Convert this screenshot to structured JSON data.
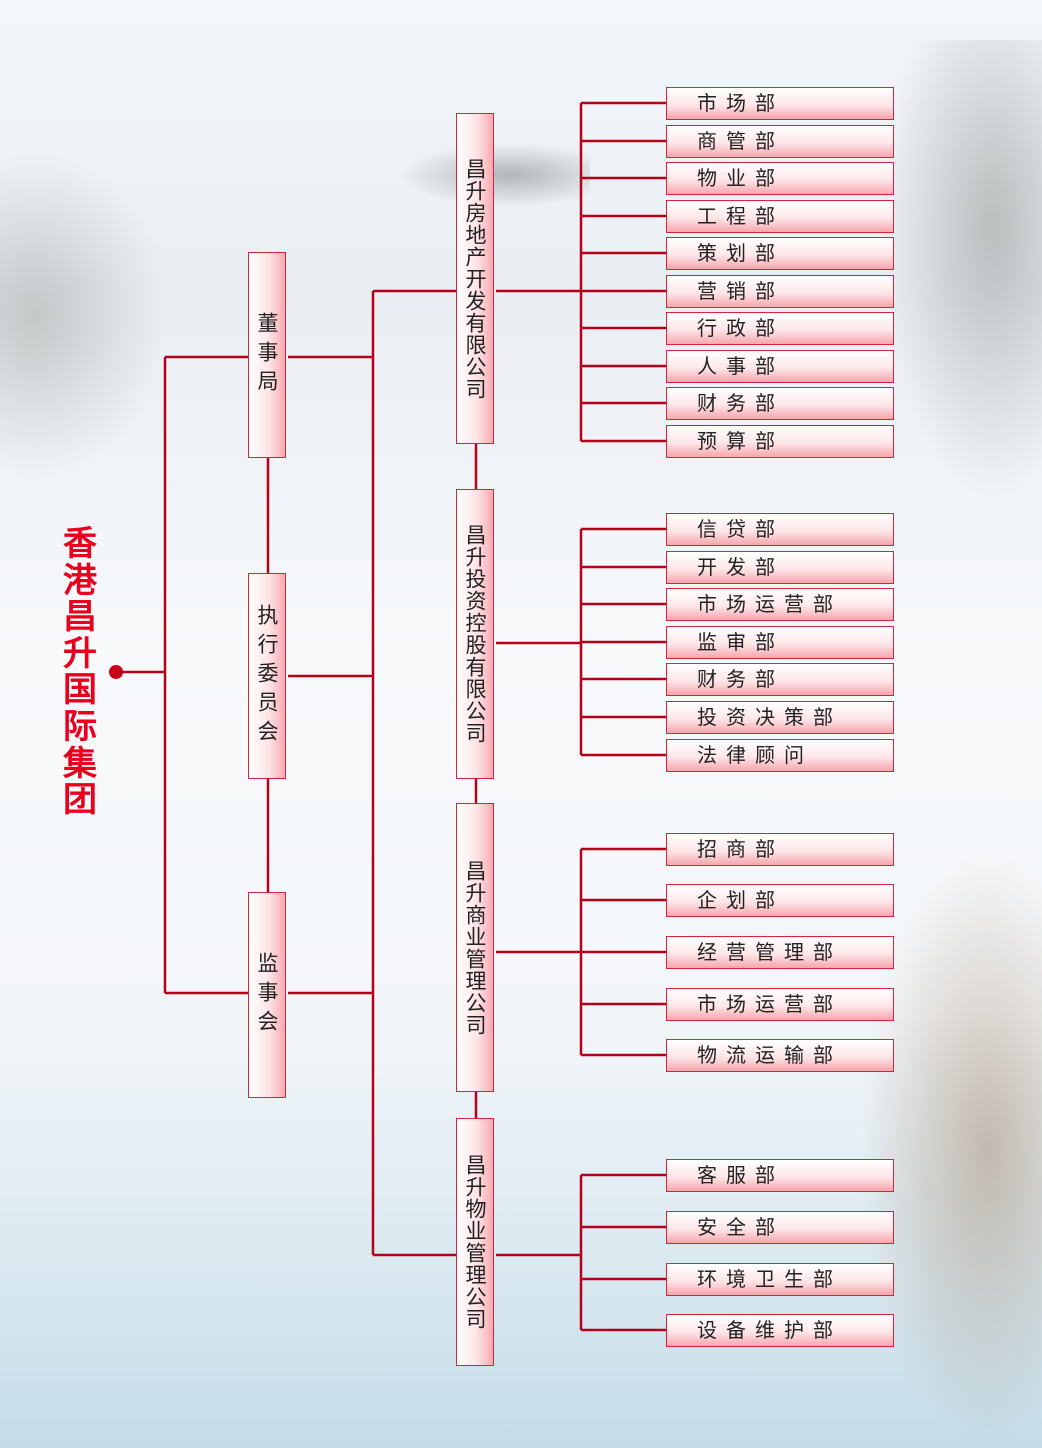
{
  "title": "香港昌升国际集团",
  "colors": {
    "line": "#b5001a",
    "title": "#e8001c",
    "box_border": "#d8233a"
  },
  "board": [
    {
      "label": "董事局"
    },
    {
      "label": "执行委员会"
    },
    {
      "label": "监事会"
    }
  ],
  "companies": [
    {
      "label": "昌升房地产开发有限公司",
      "departments": [
        "市场部",
        "商管部",
        "物业部",
        "工程部",
        "策划部",
        "营销部",
        "行政部",
        "人事部",
        "财务部",
        "预算部"
      ]
    },
    {
      "label": "昌升投资控股有限公司",
      "departments": [
        "信贷部",
        "开发部",
        "市场运营部",
        "监审部",
        "财务部",
        "投资决策部",
        "法律顾问"
      ]
    },
    {
      "label": "昌升商业管理公司",
      "departments": [
        "招商部",
        "企划部",
        "经营管理部",
        "市场运营部",
        "物流运输部"
      ]
    },
    {
      "label": "昌升物业管理公司",
      "departments": [
        "客服部",
        "安全部",
        "环境卫生部",
        "设备维护部"
      ]
    }
  ]
}
